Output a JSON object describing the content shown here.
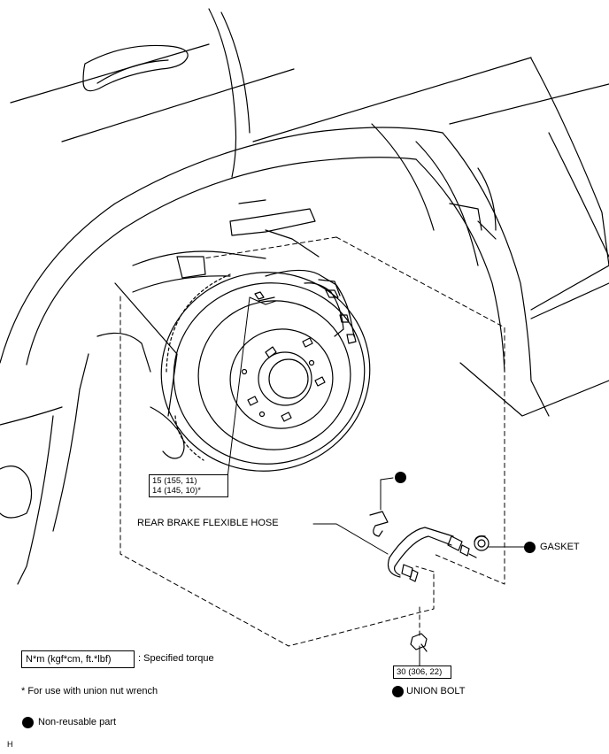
{
  "callouts": {
    "torque_caliper_line1": "15 (155, 11)",
    "torque_caliper_line2": "14 (145, 10)*",
    "torque_union_bolt": "30 (306, 22)",
    "hose_label": "REAR BRAKE FLEXIBLE HOSE",
    "gasket_label": "GASKET",
    "union_bolt_label": "UNION BOLT"
  },
  "legend": {
    "torque_box": "N*m (kgf*cm, ft.*lbf)",
    "torque_text": ": Specified torque",
    "footnote": "* For use with union nut wrench",
    "non_reusable": "Non-reusable part"
  },
  "corner_mark": "H",
  "colors": {
    "line": "#000000",
    "background": "#ffffff"
  },
  "icons": [
    "non-reusable-part-dot-icon"
  ]
}
